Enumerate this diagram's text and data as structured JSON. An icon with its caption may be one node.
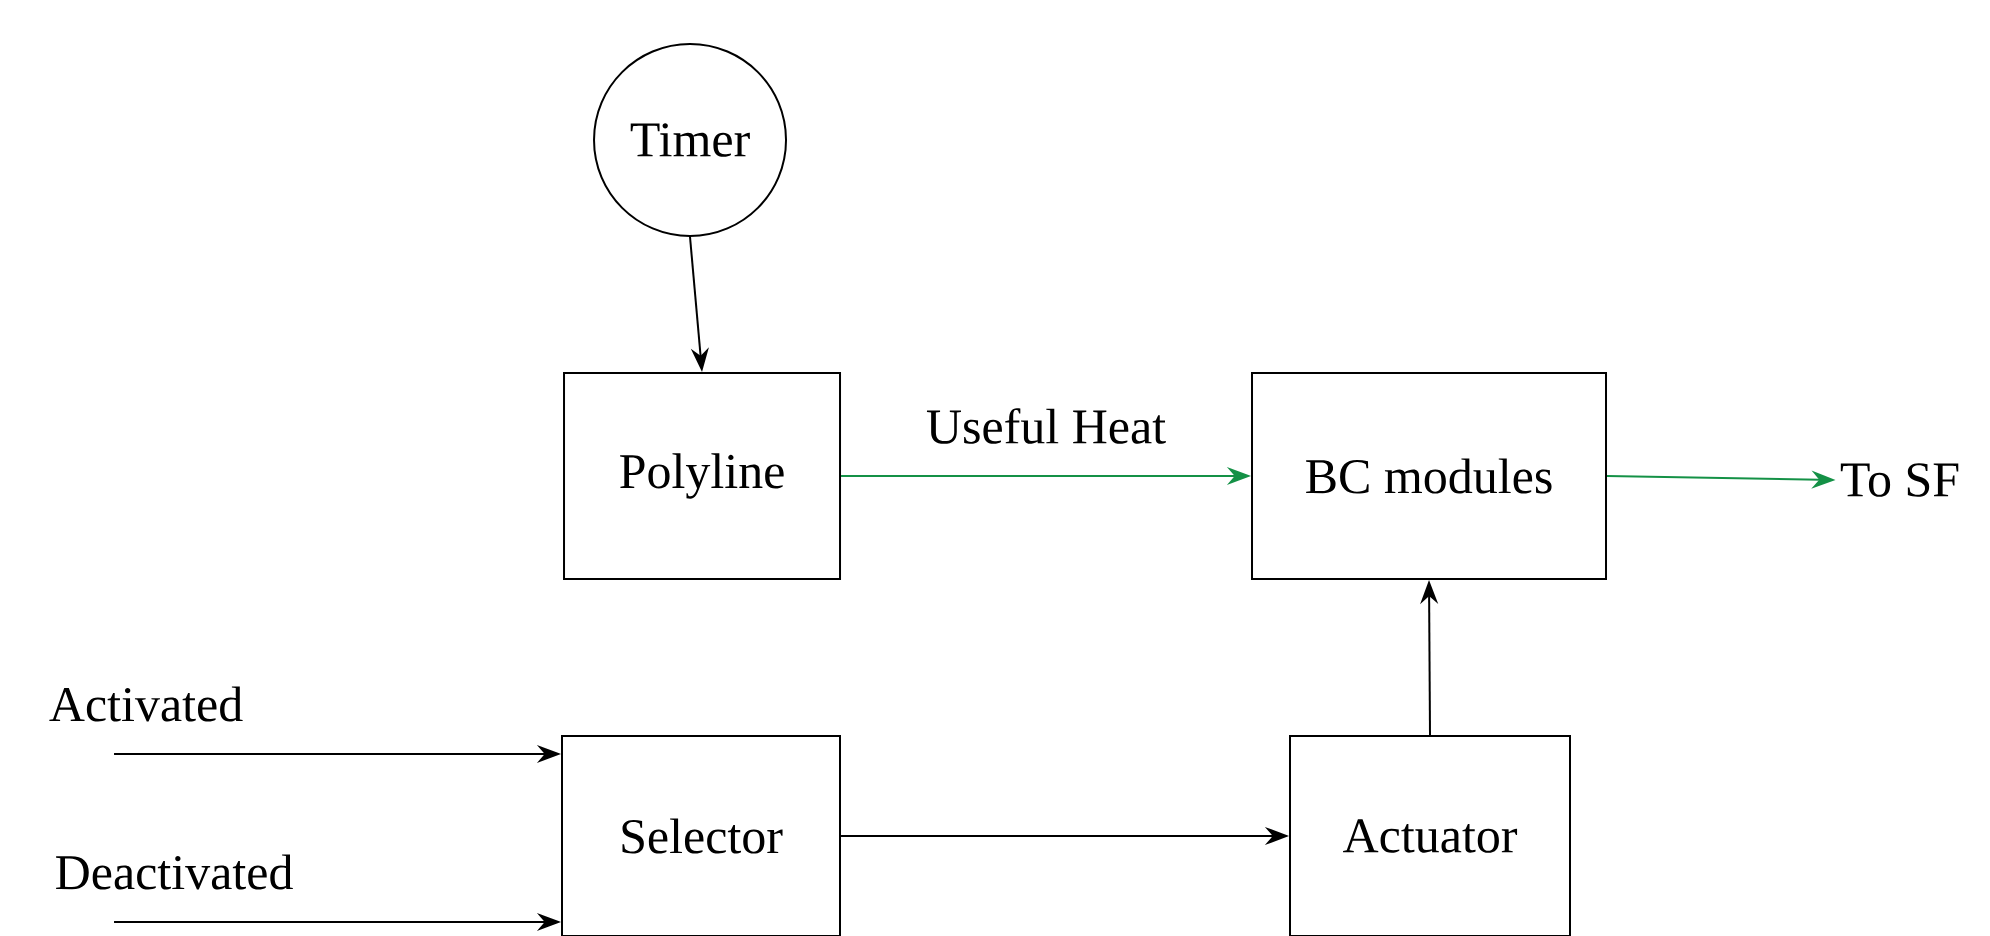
{
  "diagram": {
    "nodes": [
      {
        "text": [
          "Timer"
        ]
      },
      {
        "text": [
          "Polyline"
        ]
      },
      {
        "text": [
          "BC modules"
        ]
      },
      {
        "text": [
          "To SF"
        ]
      },
      {
        "text": [
          "Selector"
        ]
      },
      {
        "text": [
          "Actuator"
        ]
      }
    ],
    "edges": [
      {
        "from": 0,
        "to": 1,
        "arrow": "to"
      },
      {
        "from": 1,
        "to": 2,
        "arrow": "to",
        "label": "Useful Heat",
        "color": "#149146"
      },
      {
        "from": 2,
        "to": 3,
        "arrow": "to",
        "color": "#149146"
      },
      {
        "from": null,
        "to": 4,
        "arrow": "to",
        "label": "Activated"
      },
      {
        "from": null,
        "to": 4,
        "arrow": "to",
        "label": "Deactivated"
      },
      {
        "from": 4,
        "to": 5,
        "arrow": "to"
      },
      {
        "from": 5,
        "to": 2,
        "arrow": "to"
      }
    ]
  }
}
